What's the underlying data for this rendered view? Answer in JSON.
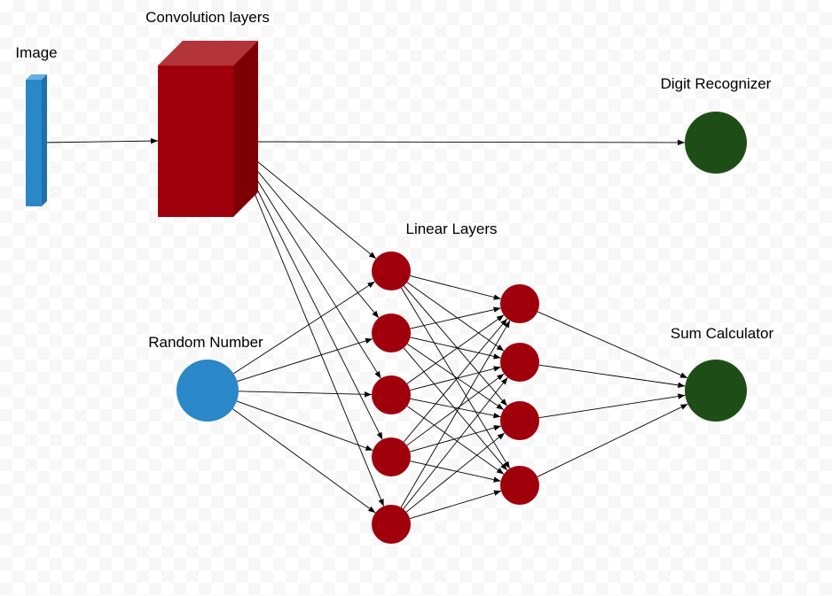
{
  "labels": {
    "image": "Image",
    "convolution": "Convolution layers",
    "digit_recognizer": "Digit Recognizer",
    "linear_layers": "Linear Layers",
    "random_number": "Random Number",
    "sum_calculator": "Sum Calculator"
  },
  "colors": {
    "image_bar": "#2a87c8",
    "image_bar_top": "#6aaede",
    "image_bar_side": "#1f6fa8",
    "conv_front": "#a0000c",
    "conv_top": "#b3343a",
    "conv_side": "#7c0006",
    "neuron": "#a0000c",
    "output": "#1f4d17",
    "random": "#2a87c8",
    "edge": "#000000"
  },
  "layers": {
    "hidden1_count": 5,
    "hidden2_count": 4
  }
}
